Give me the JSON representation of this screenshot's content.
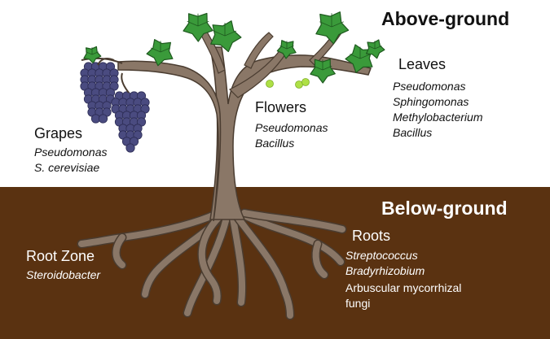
{
  "colors": {
    "soil": "#5a3211",
    "trunk": "#8a7767",
    "trunk_outline": "#4a3c30",
    "leaf": "#3a9a3a",
    "leaf_dark": "#1f5a1f",
    "grape": "#4a4b80",
    "flower": "#aee046"
  },
  "headings": {
    "above": "Above-ground",
    "below": "Below-ground"
  },
  "grapes": {
    "label": "Grapes",
    "microbes": [
      "Pseudomonas",
      "S. cerevisiae"
    ]
  },
  "flowers": {
    "label": "Flowers",
    "microbes": [
      "Pseudomonas",
      "Bacillus"
    ]
  },
  "leaves": {
    "label": "Leaves",
    "microbes": [
      "Pseudomonas",
      "Sphingomonas",
      "Methylobacterium",
      "Bacillus"
    ]
  },
  "root_zone": {
    "label": "Root Zone",
    "microbes": [
      "Steroidobacter"
    ]
  },
  "roots": {
    "label": "Roots",
    "microbes": [
      "Streptococcus",
      "Bradyrhizobium"
    ],
    "plain": [
      "Arbuscular mycorrhizal",
      "fungi"
    ]
  },
  "icons": {
    "plant": "grapevine-icon"
  }
}
